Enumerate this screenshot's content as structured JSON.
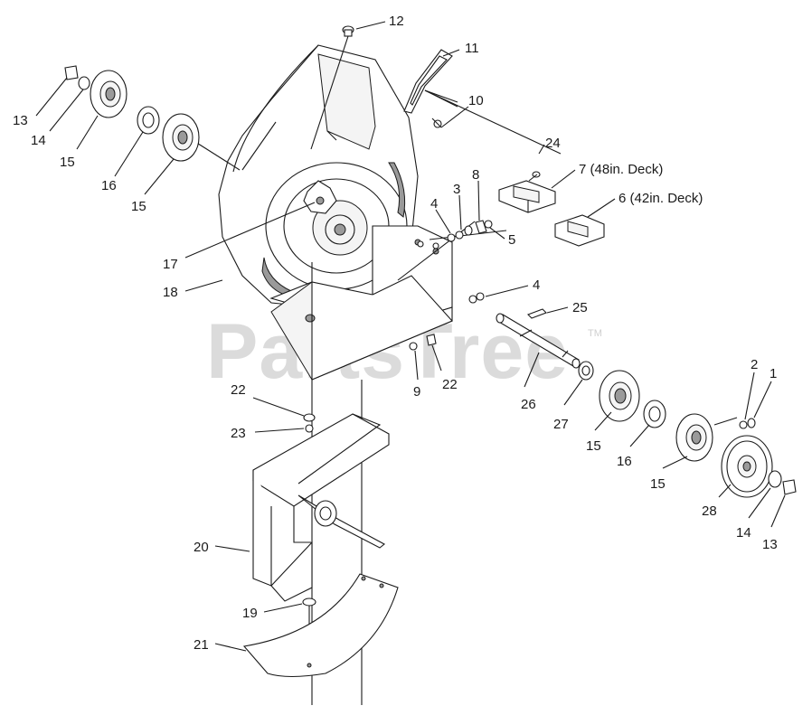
{
  "watermark": {
    "text": "PartsTree",
    "trademark": "TM"
  },
  "callouts": {
    "l12": "12",
    "l11": "11",
    "l10": "10",
    "l24": "24",
    "l7": "7 (48in. Deck)",
    "l6": "6 (42in. Deck)",
    "l13a": "13",
    "l14a": "14",
    "l15a": "15",
    "l16a": "16",
    "l15b": "15",
    "l17": "17",
    "l18": "18",
    "l4a": "4",
    "l3": "3",
    "l8": "8",
    "l5": "5",
    "l4b": "4",
    "l25": "25",
    "l9": "9",
    "l22a": "22",
    "l26": "26",
    "l27": "27",
    "l15c": "15",
    "l16b": "16",
    "l15d": "15",
    "l2": "2",
    "l1": "1",
    "l28": "28",
    "l14b": "14",
    "l13b": "13",
    "l22b": "22",
    "l23": "23",
    "l20": "20",
    "l19": "19",
    "l21": "21"
  }
}
